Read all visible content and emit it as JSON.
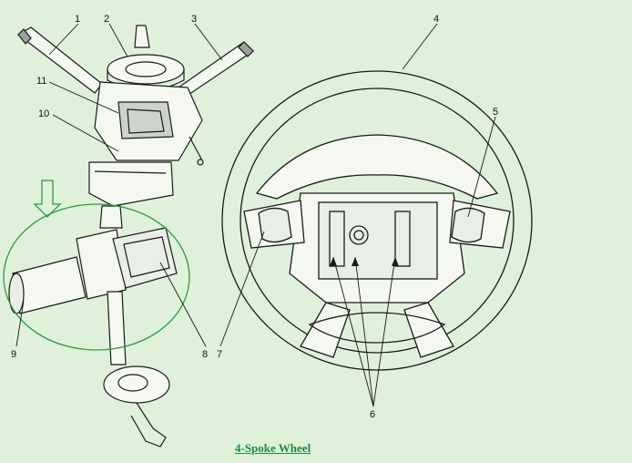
{
  "callouts": {
    "c1": "1",
    "c2": "2",
    "c3": "3",
    "c4": "4",
    "c5": "5",
    "c6": "6",
    "c7": "7",
    "c8": "8",
    "c9": "9",
    "c10": "10",
    "c11": "11"
  },
  "caption": "4-Spoke Wheel",
  "colors": {
    "background": "#dff1da",
    "ink": "#1a1a1a",
    "highlight": "#2e9b3e"
  }
}
